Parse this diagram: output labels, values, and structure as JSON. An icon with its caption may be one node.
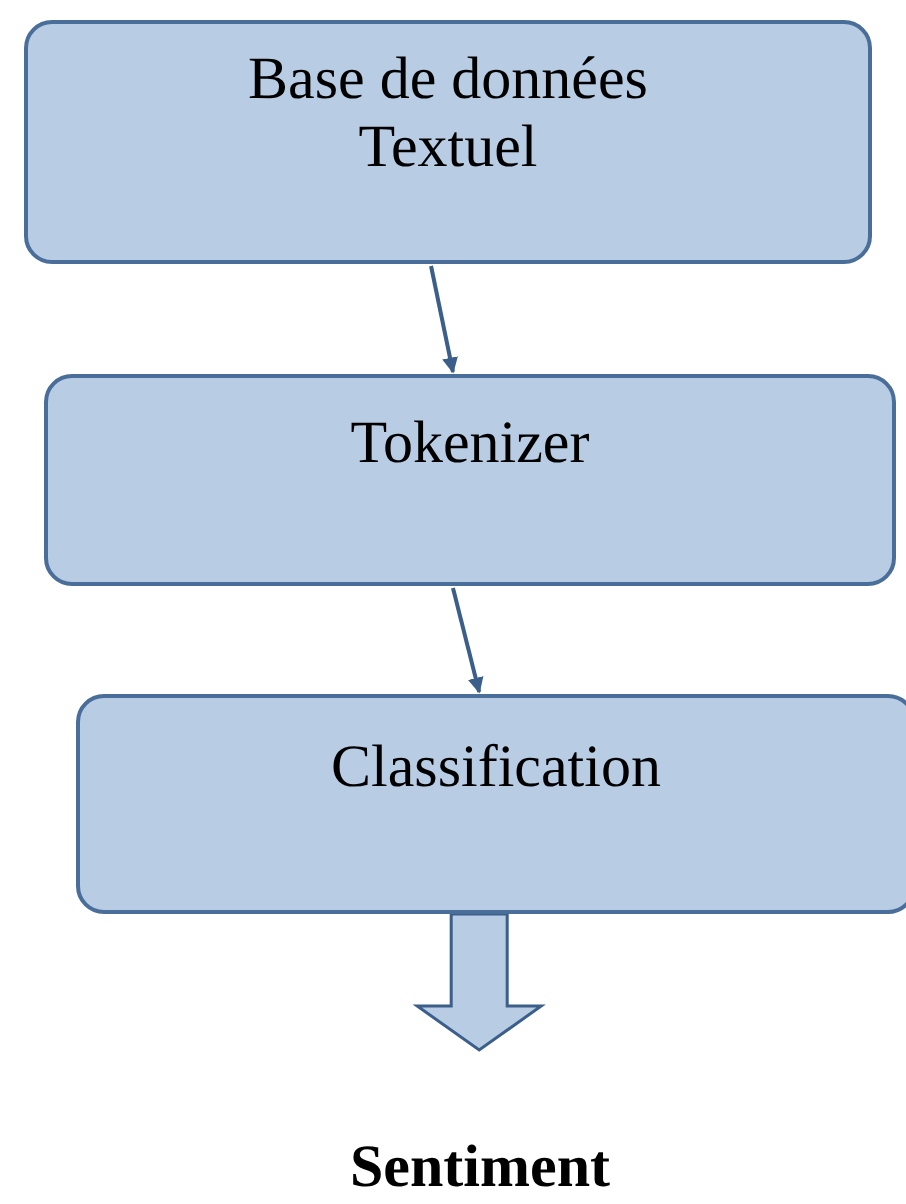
{
  "diagram": {
    "nodes": [
      {
        "text": [
          "Base de données Textuel"
        ]
      },
      {
        "text": [
          "Tokenizer"
        ]
      },
      {
        "text": [
          "Classification"
        ]
      },
      {
        "text": [
          "Sentiment"
        ]
      }
    ],
    "edges": [
      {
        "from": 0,
        "to": 1,
        "arrow": "to"
      },
      {
        "from": 1,
        "to": 2,
        "arrow": "to"
      },
      {
        "from": 2,
        "to": 3,
        "arrow": "to",
        "style": "thick"
      }
    ]
  }
}
